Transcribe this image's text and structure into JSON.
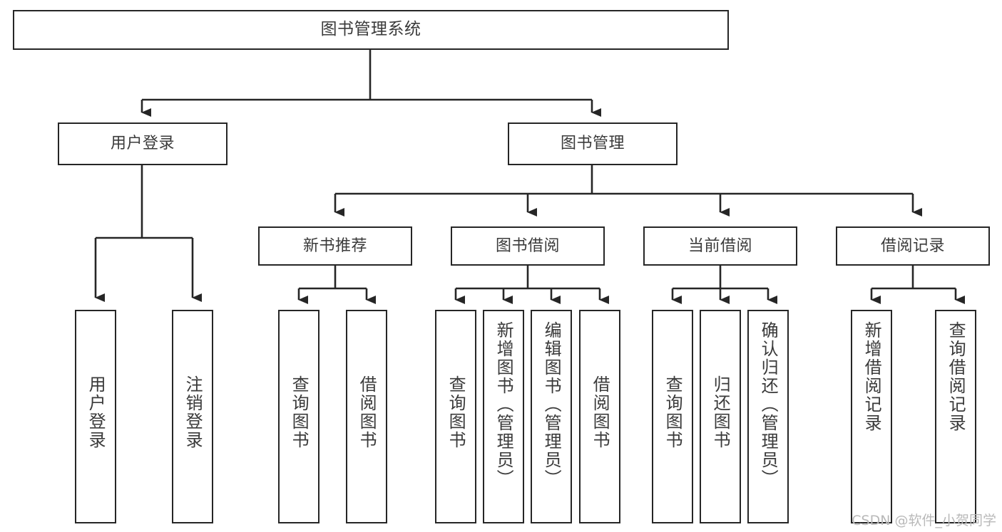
{
  "diagram": {
    "title": "图书管理系统",
    "type": "tree-hierarchy",
    "root": {
      "label": "图书管理系统"
    },
    "level2": [
      {
        "label": "用户登录"
      },
      {
        "label": "图书管理"
      }
    ],
    "level3": [
      {
        "label": "新书推荐"
      },
      {
        "label": "图书借阅"
      },
      {
        "label": "当前借阅"
      },
      {
        "label": "借阅记录"
      }
    ],
    "leaves": {
      "user_login": [
        {
          "label": "用户登录"
        },
        {
          "label": "注销登录"
        }
      ],
      "new_book_recommend": [
        {
          "label": "查询图书"
        },
        {
          "label": "借阅图书"
        }
      ],
      "book_borrow": [
        {
          "label": "查询图书"
        },
        {
          "label": "新增图书（管理员）"
        },
        {
          "label": "编辑图书（管理员）"
        },
        {
          "label": "借阅图书"
        }
      ],
      "current_borrow": [
        {
          "label": "查询图书"
        },
        {
          "label": "归还图书"
        },
        {
          "label": "确认归还（管理员）"
        }
      ],
      "borrow_record": [
        {
          "label": "新增借阅记录"
        },
        {
          "label": "查询借阅记录"
        }
      ]
    }
  },
  "watermark": {
    "text": "CSDN @软件_小贺同学"
  },
  "colors": {
    "stroke": "#262626",
    "text": "#3a3a3a",
    "background": "#ffffff",
    "watermark": "#b9b9b9"
  }
}
